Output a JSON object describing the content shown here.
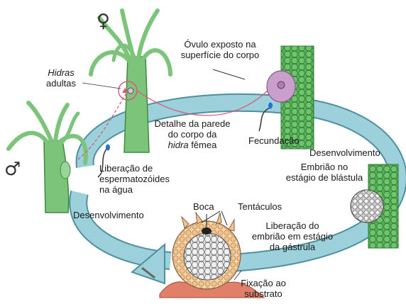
{
  "colors": {
    "cycle_arrow": "#8ec4cf",
    "cycle_arrow_dark": "#4e8fa0",
    "hydra_body": "#7cc47a",
    "hydra_dark": "#3f8a3e",
    "tissue": "#5db05b",
    "egg": "#c9a0cc",
    "gastrula_outer": "#f2c48c",
    "gastrula_inner": "#e6e6e6",
    "substrate": "#e0806a",
    "pointer": "#d95a7a"
  },
  "symbols": {
    "female": "♀",
    "male": "♂"
  },
  "labels": {
    "hidras_line1": "Hidras",
    "hidras_line2": "adultas",
    "ovulo_line1": "Óvulo exposto na",
    "ovulo_line2": "superfície do corpo",
    "detalhe_line1": "Detalhe da parede",
    "detalhe_line2": "do corpo da",
    "detalhe_line3_italic": "hidra",
    "detalhe_line3_rest": " fêmea",
    "fecundacao": "Fecundação",
    "desenvolvimento_right": "Desenvolvimento",
    "embriao_line1": "Embrião no",
    "embriao_line2": "estágio de blástula",
    "liberacao_esp_line1": "Liberação de",
    "liberacao_esp_line2": "espermatozóides",
    "liberacao_esp_line3": "na água",
    "desenvolvimento_left": "Desenvolvimento",
    "boca": "Boca",
    "tentaculos": "Tentáculos",
    "liberacao_emb_line1": "Liberação do",
    "liberacao_emb_line2": "embrião em estágio",
    "liberacao_emb_line3": "da gástrula",
    "fixacao_line1": "Fixação ao",
    "fixacao_line2": "substrato"
  }
}
